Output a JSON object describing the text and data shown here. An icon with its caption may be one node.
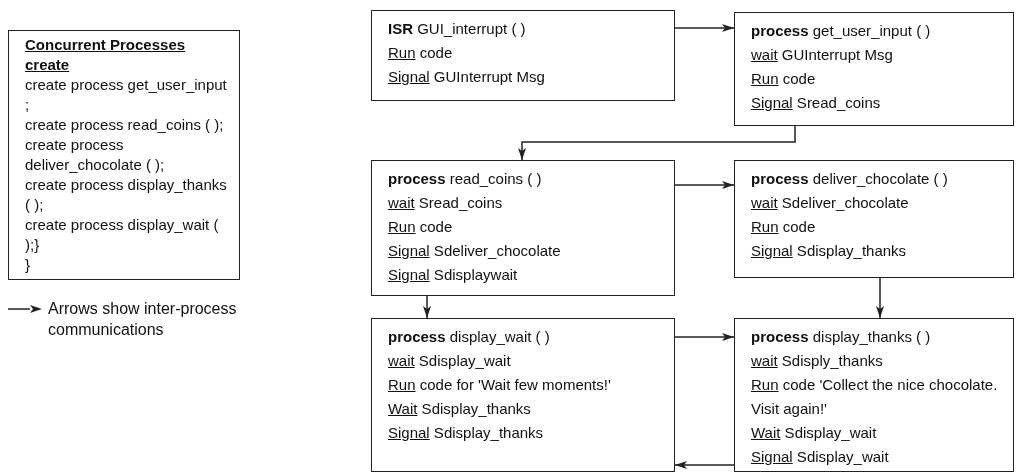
{
  "diagram": {
    "nodes": [
      {
        "text": [
          "Concurrent Processes create",
          "create process get_user_input ;",
          "create process read_coins ( );",
          "create process deliver_chocolate ( );",
          "create process display_thanks ( );",
          "create process display_wait ( );}",
          "}"
        ]
      },
      {
        "text": [
          "**ISR** GUI_interrupt ( )",
          "Run code",
          "Signal GUInterrupt Msg"
        ]
      },
      {
        "text": [
          "**process** get_user_input ( )",
          "wait GUInterrupt Msg",
          "Run code",
          "Signal Sread_coins"
        ]
      },
      {
        "text": [
          "**process** read_coins ( )",
          "wait Sread_coins",
          "Run code",
          "Signal Sdeliver_chocolate",
          "Signal Sdisplaywait"
        ]
      },
      {
        "text": [
          "**process** deliver_chocolate ( )",
          "wait Sdeliver_chocolate",
          "Run code",
          "Signal Sdisplay_thanks"
        ]
      },
      {
        "text": [
          "**process** display_wait ( )",
          "wait Sdisplay_wait",
          "Run code for 'Wait few moments!'",
          "Wait Sdisplay_thanks",
          "Signal Sdisplay_thanks"
        ]
      },
      {
        "text": [
          "**process** display_thanks ( )",
          "wait Sdisply_thanks",
          "Run code 'Collect the nice chocolate. Visit again!'",
          "Wait Sdisplay_wait",
          "Signal Sdisplay_wait"
        ]
      }
    ],
    "edges": [
      {
        "from": 1,
        "to": 2,
        "arrow": "to"
      },
      {
        "from": 2,
        "to": 3,
        "arrow": "to"
      },
      {
        "from": 3,
        "to": 4,
        "arrow": "to"
      },
      {
        "from": 3,
        "to": 5,
        "arrow": "to"
      },
      {
        "from": 4,
        "to": 6,
        "arrow": "to"
      },
      {
        "from": 5,
        "to": 6,
        "arrow": "to"
      },
      {
        "from": 6,
        "to": 5,
        "arrow": "to"
      }
    ],
    "legend": [
      {
        "text": "Arrows show inter-process communications"
      }
    ]
  }
}
